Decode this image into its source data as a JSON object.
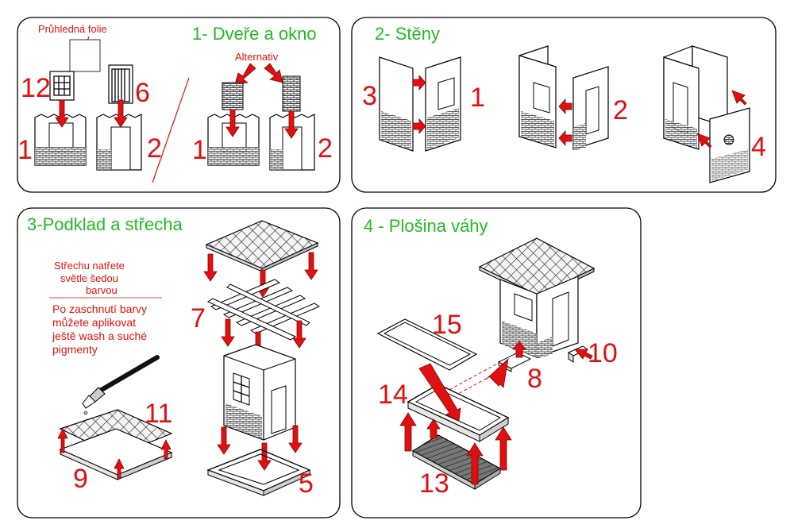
{
  "colors": {
    "title_green": "#22bb22",
    "label_red": "#e11010",
    "outline": "#000000",
    "brick": "#555555"
  },
  "panels": [
    {
      "number": "1",
      "title": "- Dveře a okno",
      "labels": {
        "film": "Průhledná folie",
        "alternative": "Alternativ"
      },
      "part_numbers": [
        "12",
        "6",
        "1",
        "2",
        "1",
        "2"
      ]
    },
    {
      "number": "2",
      "title": "- Stěny",
      "part_numbers": [
        "3",
        "1",
        "2",
        "4"
      ]
    },
    {
      "number": "3",
      "title": "-Podklad a střecha",
      "notes": {
        "paint_1": "Střechu natřete",
        "paint_2": "světle šedou",
        "paint_3": "barvou",
        "pig_1": "Po zaschnutí barvy",
        "pig_2": "můžete aplikovat",
        "pig_3": "ještě wash a suché",
        "pig_4": "pigmenty"
      },
      "part_numbers": [
        "7",
        "11",
        "9",
        "5"
      ]
    },
    {
      "number": "4",
      "title": " - Plošina váhy",
      "part_numbers": [
        "15",
        "10",
        "8",
        "14",
        "13"
      ]
    }
  ],
  "icons": [
    "paintbrush-icon",
    "red-arrow-icon",
    "brick-pattern",
    "roof-tiles-pattern"
  ]
}
